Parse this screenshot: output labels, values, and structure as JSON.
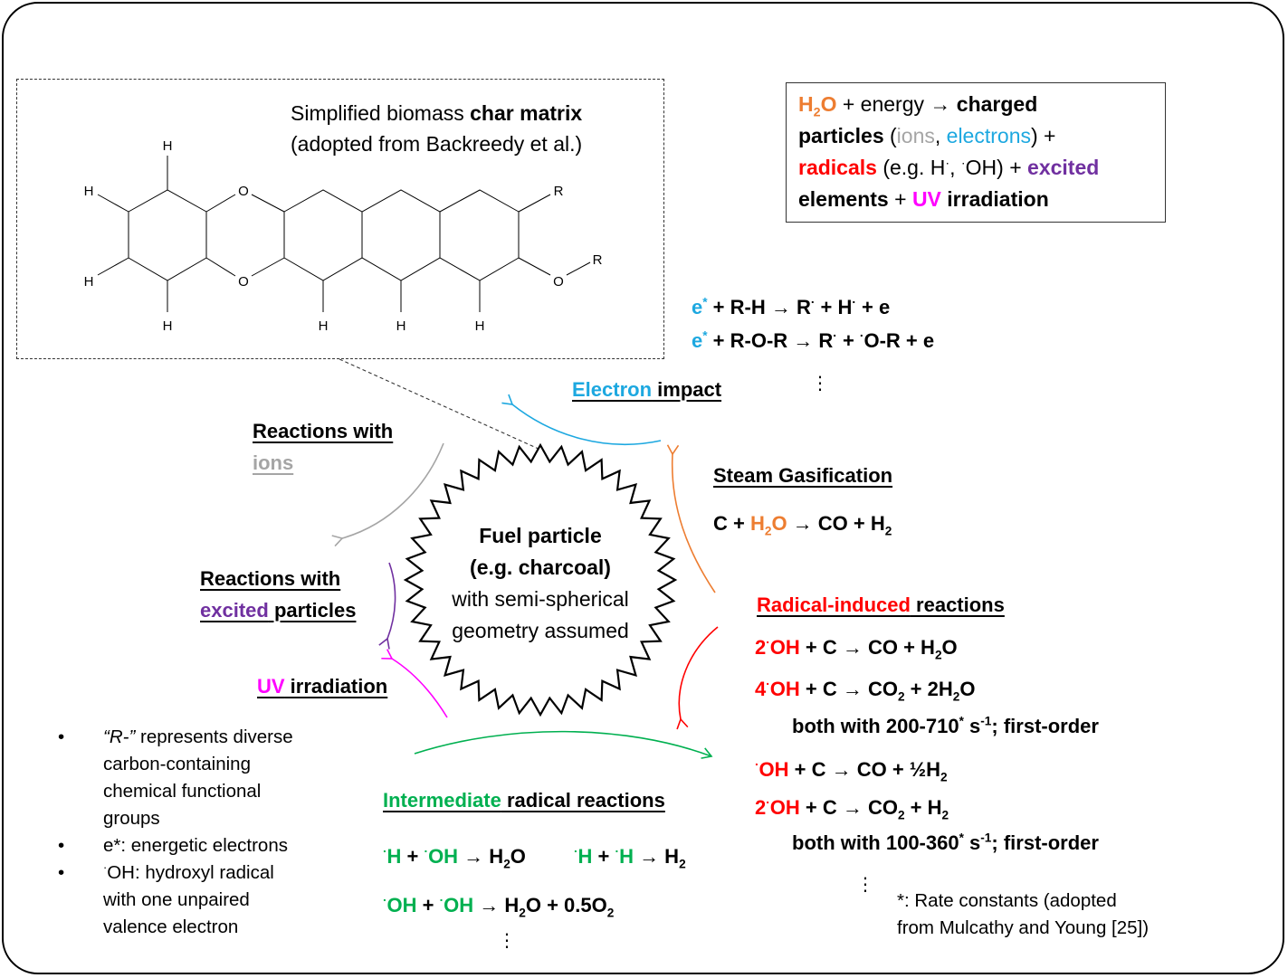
{
  "colors": {
    "orange": "#ED7D31",
    "blue": "#1DA8E0",
    "gray": "#A5A5A5",
    "red": "#FF0000",
    "purple": "#7030A0",
    "magenta": "#FF00FF",
    "green": "#00B050"
  },
  "char_matrix": {
    "title_pre": "Simplified biomass ",
    "title_bold": "char matrix",
    "subtitle": "(adopted from Backreedy et al.)",
    "atom_h": "H",
    "atom_o": "O",
    "atom_r": "R"
  },
  "energy_box": {
    "h2o_h": "H",
    "h2o_2": "2",
    "h2o_o": "O",
    "plus_energy": " + energy → ",
    "charged": "charged",
    "particles": "particles",
    "paren_open": " (",
    "ions": "ions",
    "comma": ", ",
    "electrons": "electrons",
    "paren_close_plus": ") +",
    "radicals": "radicals",
    "eg_text": " (e.g. H",
    "dot1": "·",
    "comma2": ", ",
    "dot2": "·",
    "oh_text": "OH) + ",
    "excited": "excited",
    "elements": "elements",
    "plus2": " + ",
    "uv": "UV",
    "irradiation": " irradiation"
  },
  "electron_eqs": {
    "line1_e": "e",
    "line1_star": "*",
    "line1_rest_a": " + R-H → R",
    "line1_dot": "·",
    "line1_rest_b": " + H",
    "line1_dot2": "·",
    "line1_rest_c": " + e",
    "line2_e": "e",
    "line2_star": "*",
    "line2_rest_a": " + R-O-R → R",
    "line2_dot": "·",
    "line2_rest_b": " + ",
    "line2_dot2": "·",
    "line2_rest_c": "O-R + e",
    "ellipsis": "⋮"
  },
  "labels": {
    "electron_a": "Electron",
    "electron_b": " impact",
    "ions_a": "Reactions with ",
    "ions_b": "ions",
    "steam": "Steam Gasification",
    "excited_a": "Reactions with ",
    "excited_b": "excited",
    "excited_c": " particles",
    "uv_a": "UV",
    "uv_b": " irradiation",
    "radical_a": "Radical-induced",
    "radical_b": " reactions",
    "intermediate_a": "Intermediate",
    "intermediate_b": " radical reactions"
  },
  "steam_eq": {
    "c_plus": "C + ",
    "h": "H",
    "two": "2",
    "o": "O",
    "arrow": " → CO + H",
    "h2_sub": "2"
  },
  "center": {
    "line1": "Fuel particle",
    "line2": "(e.g. charcoal)",
    "line3": "with semi-spherical",
    "line4": "geometry assumed"
  },
  "radical_eqs": {
    "r1_coef": "2",
    "r1_dot": "·",
    "r1_oh": "OH",
    "r1_rest": " + C → CO + H",
    "r1_sub": "2",
    "r1_end": "O",
    "r2_coef": "4",
    "r2_dot": "·",
    "r2_oh": "OH",
    "r2_rest": " + C → CO",
    "r2_sub": "2",
    "r2_end": " + 2H",
    "r2_sub2": "2",
    "r2_end2": "O",
    "rate1_a": "both with 200-710",
    "rate1_star": "*",
    "rate1_b": " s",
    "rate1_sup": "-1",
    "rate1_c": "; first-order",
    "r3_dot": "·",
    "r3_oh": "OH",
    "r3_rest": " + C → CO + ½H",
    "r3_sub": "2",
    "r4_coef": "2",
    "r4_dot": "·",
    "r4_oh": "OH",
    "r4_rest": " + C → CO",
    "r4_sub": "2",
    "r4_end": " + H",
    "r4_sub2": "2",
    "rate2_a": "both with 100-360",
    "rate2_star": "*",
    "rate2_b": " s",
    "rate2_sup": "-1",
    "rate2_c": "; first-order",
    "ellipsis": "⋮"
  },
  "intermediate_eqs": {
    "i1_dot": "·",
    "i1_h": "H",
    "i1_plus": " + ",
    "i1_dot2": "·",
    "i1_oh": "OH",
    "i1_rest": " → H",
    "i1_sub": "2",
    "i1_end": "O",
    "i2_dot": "·",
    "i2_h": "H",
    "i2_plus": " + ",
    "i2_dot2": "·",
    "i2_h2": "H",
    "i2_rest": " → H",
    "i2_sub": "2",
    "i3_dot": "·",
    "i3_oh": "OH",
    "i3_plus": " + ",
    "i3_dot2": "·",
    "i3_oh2": "OH",
    "i3_rest": " → H",
    "i3_sub": "2",
    "i3_mid": "O + 0.5O",
    "i3_sub2": "2",
    "ellipsis": "⋮"
  },
  "notes": {
    "bullet": "•",
    "n1_italic": "“R-”",
    "n1_line1": " represents diverse",
    "n1_line2": "carbon-containing",
    "n1_line3": "chemical functional",
    "n1_line4": "groups",
    "n2": "e*: energetic electrons",
    "n3_dot": "·",
    "n3_line1": "OH: hydroxyl radical",
    "n3_line2": "with one unpaired",
    "n3_line3": "valence electron"
  },
  "footnote": {
    "line1": "*: Rate constants (adopted",
    "line2": "from Mulcathy and Young [25])"
  }
}
